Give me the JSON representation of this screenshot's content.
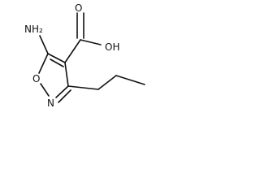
{
  "diagram": {
    "type": "chemical-structure",
    "colors": {
      "bond": "#111111",
      "text": "#111111",
      "background": "#ffffff"
    },
    "labels": {
      "amino": "NH₂",
      "carboxyl_oh": "OH",
      "carbonyl_o": "O",
      "ring_o": "O",
      "ring_n": "N"
    }
  }
}
